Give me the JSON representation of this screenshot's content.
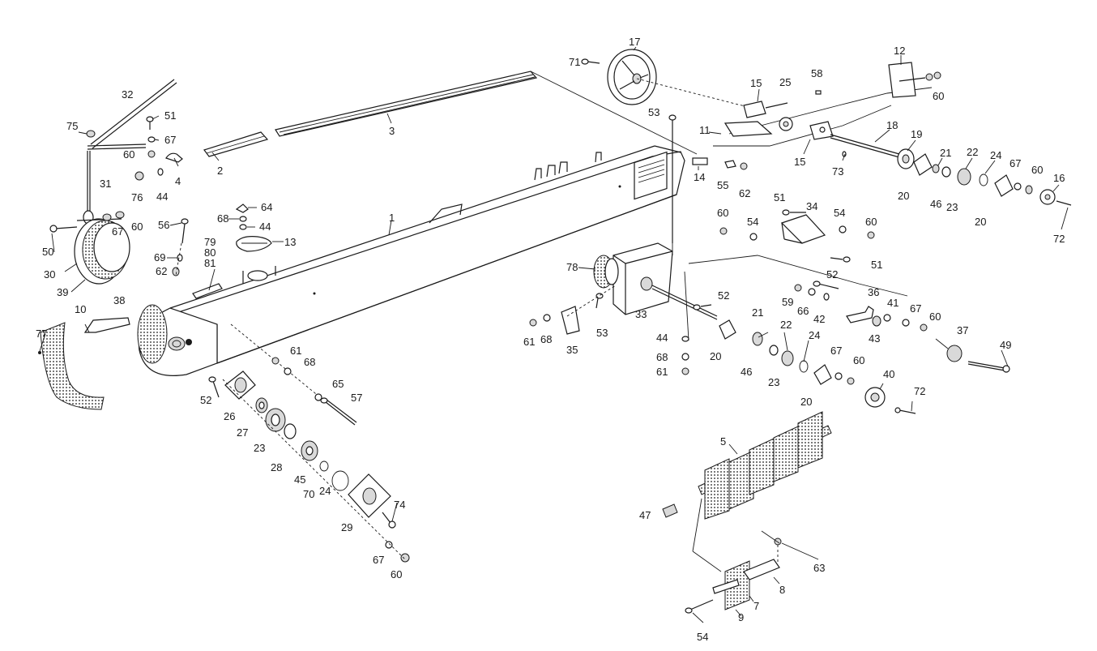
{
  "labels": {
    "l1": "1",
    "l2": "2",
    "l3": "3",
    "l4": "4",
    "l5": "5",
    "l7": "7",
    "l8": "8",
    "l9": "9",
    "l10": "10",
    "l11": "11",
    "l12": "12",
    "l13": "13",
    "l14": "14",
    "l15a": "15",
    "l15b": "15",
    "l16": "16",
    "l17": "17",
    "l18": "18",
    "l19": "19",
    "l20a": "20",
    "l20b": "20",
    "l20c": "20",
    "l20d": "20",
    "l21a": "21",
    "l21b": "21",
    "l22a": "22",
    "l22b": "22",
    "l23a": "23",
    "l23b": "23",
    "l23c": "23",
    "l24a": "24",
    "l24b": "24",
    "l24c": "24",
    "l25": "25",
    "l26": "26",
    "l27": "27",
    "l28": "28",
    "l29": "29",
    "l30": "30",
    "l31": "31",
    "l32": "32",
    "l33": "33",
    "l34": "34",
    "l35": "35",
    "l36": "36",
    "l37": "37",
    "l38": "38",
    "l39": "39",
    "l40": "40",
    "l41": "41",
    "l42": "42",
    "l43": "43",
    "l44a": "44",
    "l44b": "44",
    "l44c": "44",
    "l45": "45",
    "l46a": "46",
    "l46b": "46",
    "l47": "47",
    "l49": "49",
    "l50": "50",
    "l51a": "51",
    "l51b": "51",
    "l51c": "51",
    "l52a": "52",
    "l52b": "52",
    "l52c": "52",
    "l53a": "53",
    "l53b": "53",
    "l54a": "54",
    "l54b": "54",
    "l54c": "54",
    "l55": "55",
    "l56": "56",
    "l57": "57",
    "l58": "58",
    "l59": "59",
    "l60a": "60",
    "l60b": "60",
    "l60c": "60",
    "l60d": "60",
    "l60e": "60",
    "l60f": "60",
    "l60g": "60",
    "l60h": "60",
    "l60i": "60",
    "l61a": "61",
    "l61b": "61",
    "l61c": "61",
    "l62a": "62",
    "l62b": "62",
    "l63": "63",
    "l64": "64",
    "l65": "65",
    "l66": "66",
    "l67a": "67",
    "l67b": "67",
    "l67c": "67",
    "l67d": "67",
    "l67e": "67",
    "l67f": "67",
    "l68a": "68",
    "l68b": "68",
    "l68c": "68",
    "l68d": "68",
    "l69": "69",
    "l70": "70",
    "l71": "71",
    "l72a": "72",
    "l72b": "72",
    "l73": "73",
    "l74": "74",
    "l75": "75",
    "l76": "76",
    "l77": "77",
    "l78": "78",
    "l79": "79",
    "l80": "80",
    "l81": "81"
  },
  "colors": {
    "ink": "#1a1a1a",
    "paper": "#ffffff",
    "shade": "#d9d9d9"
  }
}
